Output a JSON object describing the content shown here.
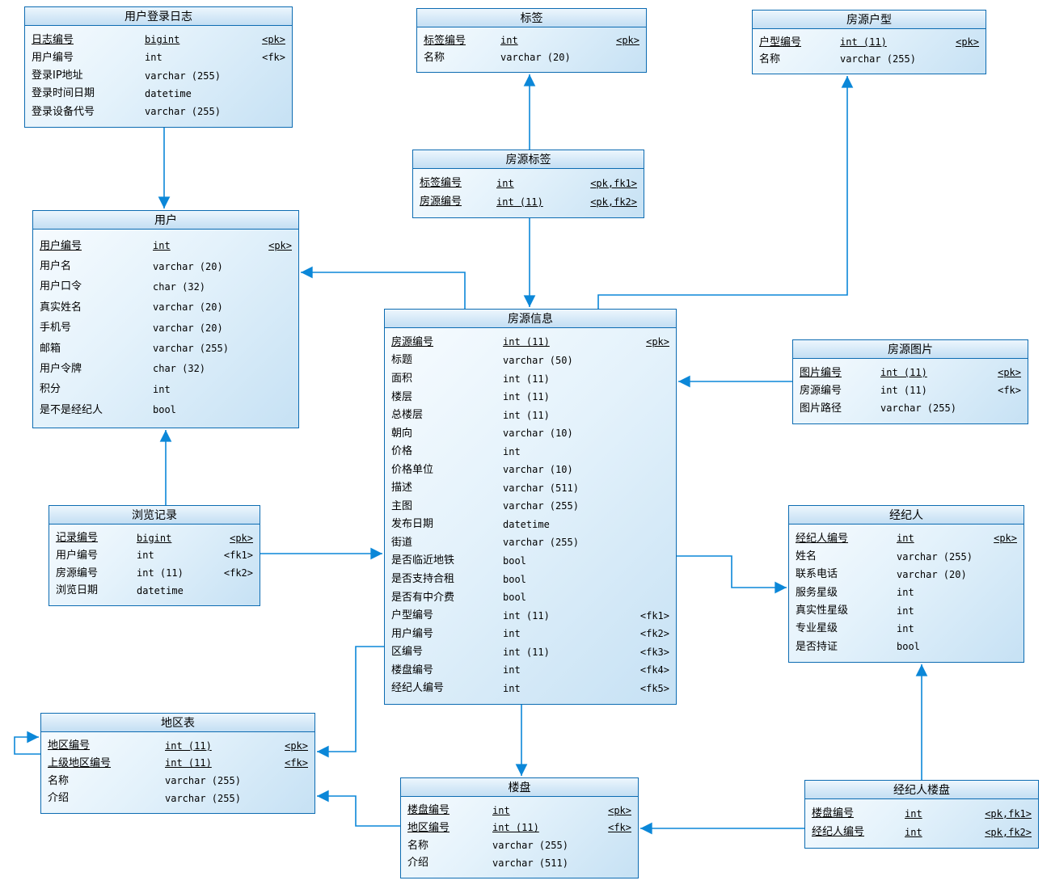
{
  "diagram": {
    "kind": "physical-data-model-er-diagram",
    "colors": {
      "line": "#0b87d8",
      "table_border": "#0d6cb2",
      "table_fill": "#dceefa"
    },
    "tables": [
      {
        "id": "user-login-log",
        "title": "用户登录日志",
        "columns": [
          {
            "name": "日志编号",
            "type": "bigint",
            "key": "<pk>",
            "underline": true
          },
          {
            "name": "用户编号",
            "type": "int",
            "key": "<fk>",
            "underline": false
          },
          {
            "name": "登录IP地址",
            "type": "varchar (255)",
            "key": "",
            "underline": false
          },
          {
            "name": "登录时间日期",
            "type": "datetime",
            "key": "",
            "underline": false
          },
          {
            "name": "登录设备代号",
            "type": "varchar (255)",
            "key": "",
            "underline": false
          }
        ]
      },
      {
        "id": "tag",
        "title": "标签",
        "columns": [
          {
            "name": "标签编号",
            "type": "int",
            "key": "<pk>",
            "underline": true
          },
          {
            "name": "名称",
            "type": "varchar (20)",
            "key": "",
            "underline": false
          }
        ]
      },
      {
        "id": "house-type",
        "title": "房源户型",
        "columns": [
          {
            "name": "户型编号",
            "type": "int (11)",
            "key": "<pk>",
            "underline": true
          },
          {
            "name": "名称",
            "type": "varchar (255)",
            "key": "",
            "underline": false
          }
        ]
      },
      {
        "id": "house-tag",
        "title": "房源标签",
        "columns": [
          {
            "name": "标签编号",
            "type": "int",
            "key": "<pk,fk1>",
            "underline": true
          },
          {
            "name": "房源编号",
            "type": "int (11)",
            "key": "<pk,fk2>",
            "underline": true
          }
        ]
      },
      {
        "id": "user",
        "title": "用户",
        "columns": [
          {
            "name": "用户编号",
            "type": "int",
            "key": "<pk>",
            "underline": true
          },
          {
            "name": "用户名",
            "type": "varchar (20)",
            "key": "",
            "underline": false
          },
          {
            "name": "用户口令",
            "type": "char (32)",
            "key": "",
            "underline": false
          },
          {
            "name": "真实姓名",
            "type": "varchar (20)",
            "key": "",
            "underline": false
          },
          {
            "name": "手机号",
            "type": "varchar (20)",
            "key": "",
            "underline": false
          },
          {
            "name": "邮箱",
            "type": "varchar (255)",
            "key": "",
            "underline": false
          },
          {
            "name": "用户令牌",
            "type": "char (32)",
            "key": "",
            "underline": false
          },
          {
            "name": "积分",
            "type": "int",
            "key": "",
            "underline": false
          },
          {
            "name": "是不是经纪人",
            "type": "bool",
            "key": "",
            "underline": false
          }
        ]
      },
      {
        "id": "house-info",
        "title": "房源信息",
        "columns": [
          {
            "name": "房源编号",
            "type": "int (11)",
            "key": "<pk>",
            "underline": true
          },
          {
            "name": "标题",
            "type": "varchar (50)",
            "key": "",
            "underline": false
          },
          {
            "name": "面积",
            "type": "int (11)",
            "key": "",
            "underline": false
          },
          {
            "name": "楼层",
            "type": "int (11)",
            "key": "",
            "underline": false
          },
          {
            "name": "总楼层",
            "type": "int (11)",
            "key": "",
            "underline": false
          },
          {
            "name": "朝向",
            "type": "varchar (10)",
            "key": "",
            "underline": false
          },
          {
            "name": "价格",
            "type": "int",
            "key": "",
            "underline": false
          },
          {
            "name": "价格单位",
            "type": "varchar (10)",
            "key": "",
            "underline": false
          },
          {
            "name": "描述",
            "type": "varchar (511)",
            "key": "",
            "underline": false
          },
          {
            "name": "主图",
            "type": "varchar (255)",
            "key": "",
            "underline": false
          },
          {
            "name": "发布日期",
            "type": "datetime",
            "key": "",
            "underline": false
          },
          {
            "name": "街道",
            "type": "varchar (255)",
            "key": "",
            "underline": false
          },
          {
            "name": "是否临近地铁",
            "type": "bool",
            "key": "",
            "underline": false
          },
          {
            "name": "是否支持合租",
            "type": "bool",
            "key": "",
            "underline": false
          },
          {
            "name": "是否有中介费",
            "type": "bool",
            "key": "",
            "underline": false
          },
          {
            "name": "户型编号",
            "type": "int (11)",
            "key": "<fk1>",
            "underline": false
          },
          {
            "name": "用户编号",
            "type": "int",
            "key": "<fk2>",
            "underline": false
          },
          {
            "name": "区编号",
            "type": "int (11)",
            "key": "<fk3>",
            "underline": false
          },
          {
            "name": "楼盘编号",
            "type": "int",
            "key": "<fk4>",
            "underline": false
          },
          {
            "name": "经纪人编号",
            "type": "int",
            "key": "<fk5>",
            "underline": false
          }
        ]
      },
      {
        "id": "house-image",
        "title": "房源图片",
        "columns": [
          {
            "name": "图片编号",
            "type": "int (11)",
            "key": "<pk>",
            "underline": true
          },
          {
            "name": "房源编号",
            "type": "int (11)",
            "key": "<fk>",
            "underline": false
          },
          {
            "name": "图片路径",
            "type": "varchar (255)",
            "key": "",
            "underline": false
          }
        ]
      },
      {
        "id": "browse-record",
        "title": "浏览记录",
        "columns": [
          {
            "name": "记录编号",
            "type": "bigint",
            "key": "<pk>",
            "underline": true
          },
          {
            "name": "用户编号",
            "type": "int",
            "key": "<fk1>",
            "underline": false
          },
          {
            "name": "房源编号",
            "type": "int (11)",
            "key": "<fk2>",
            "underline": false
          },
          {
            "name": "浏览日期",
            "type": "datetime",
            "key": "",
            "underline": false
          }
        ]
      },
      {
        "id": "agent",
        "title": "经纪人",
        "columns": [
          {
            "name": "经纪人编号",
            "type": "int",
            "key": "<pk>",
            "underline": true
          },
          {
            "name": "姓名",
            "type": "varchar (255)",
            "key": "",
            "underline": false
          },
          {
            "name": "联系电话",
            "type": "varchar (20)",
            "key": "",
            "underline": false
          },
          {
            "name": "服务星级",
            "type": "int",
            "key": "",
            "underline": false
          },
          {
            "name": "真实性星级",
            "type": "int",
            "key": "",
            "underline": false
          },
          {
            "name": "专业星级",
            "type": "int",
            "key": "",
            "underline": false
          },
          {
            "name": "是否持证",
            "type": "bool",
            "key": "",
            "underline": false
          }
        ]
      },
      {
        "id": "region",
        "title": "地区表",
        "columns": [
          {
            "name": "地区编号",
            "type": "int (11)",
            "key": "<pk>",
            "underline": true
          },
          {
            "name": "上级地区编号",
            "type": "int (11)",
            "key": "<fk>",
            "underline": true
          },
          {
            "name": "名称",
            "type": "varchar (255)",
            "key": "",
            "underline": false
          },
          {
            "name": "介绍",
            "type": "varchar (255)",
            "key": "",
            "underline": false
          }
        ]
      },
      {
        "id": "building",
        "title": "楼盘",
        "columns": [
          {
            "name": "楼盘编号",
            "type": "int",
            "key": "<pk>",
            "underline": true
          },
          {
            "name": "地区编号",
            "type": "int (11)",
            "key": "<fk>",
            "underline": true
          },
          {
            "name": "名称",
            "type": "varchar (255)",
            "key": "",
            "underline": false
          },
          {
            "name": "介绍",
            "type": "varchar (511)",
            "key": "",
            "underline": false
          }
        ]
      },
      {
        "id": "agent-building",
        "title": "经纪人楼盘",
        "columns": [
          {
            "name": "楼盘编号",
            "type": "int",
            "key": "<pk,fk1>",
            "underline": true
          },
          {
            "name": "经纪人编号",
            "type": "int",
            "key": "<pk,fk2>",
            "underline": true
          }
        ]
      }
    ],
    "relations": [
      {
        "from": "用户登录日志",
        "to": "用户"
      },
      {
        "from": "房源标签",
        "to": "标签"
      },
      {
        "from": "房源标签",
        "to": "房源信息"
      },
      {
        "from": "房源信息",
        "to": "用户"
      },
      {
        "from": "房源信息",
        "to": "房源户型"
      },
      {
        "from": "房源图片",
        "to": "房源信息"
      },
      {
        "from": "浏览记录",
        "to": "用户"
      },
      {
        "from": "浏览记录",
        "to": "房源信息"
      },
      {
        "from": "房源信息",
        "to": "经纪人"
      },
      {
        "from": "房源信息",
        "to": "楼盘"
      },
      {
        "from": "房源信息",
        "to": "地区表"
      },
      {
        "from": "楼盘",
        "to": "地区表"
      },
      {
        "from": "地区表",
        "to": "地区表"
      },
      {
        "from": "经纪人楼盘",
        "to": "楼盘"
      },
      {
        "from": "经纪人楼盘",
        "to": "经纪人"
      }
    ]
  }
}
